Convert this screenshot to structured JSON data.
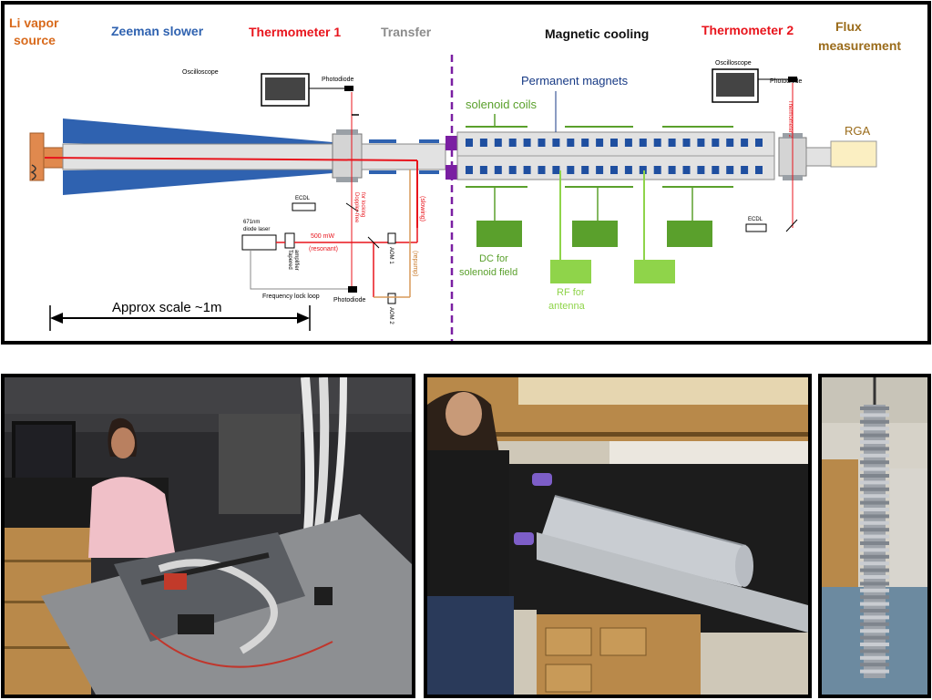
{
  "headers": {
    "li_source": [
      "Li vapor",
      "source"
    ],
    "zeeman": "Zeeman slower",
    "therm1": "Thermometer 1",
    "transfer": "Transfer",
    "magcool": "Magnetic cooling",
    "therm2": "Thermometer 2",
    "flux": [
      "Flux",
      "measurement"
    ]
  },
  "labels": {
    "oscilloscope_1": "Oscilloscope",
    "photodiode_1": "Photodiode",
    "oscilloscope_2": "Oscilloscope",
    "photodiode_2": "Photodiode",
    "permanent_magnets": "Permanent magnets",
    "solenoid_coils": "solenoid coils",
    "rga": "RGA",
    "ecdl_1": "ECDL",
    "ecdl_2": "ECDL",
    "doppler_free": [
      "Doppler-free",
      "for locking"
    ],
    "slowing": "(slowing)",
    "repump": "(repump)",
    "laser": [
      "671nm",
      "diode laser"
    ],
    "tapered_amp": [
      "Tapered",
      "amplifier"
    ],
    "power": "500 mW",
    "resonant": "(resonant)",
    "aom1": "AOM 1",
    "aom2": "AOM 2",
    "freq_lock": "Frequency lock loop",
    "photodiode_3": "Photodiode",
    "thermometer2_vert": "Thermometer 2",
    "dc_solenoid": [
      "DC for",
      "solenoid field"
    ],
    "rf_antenna": [
      "RF for",
      "antenna"
    ],
    "scale": "Approx scale  ~1m"
  },
  "colors": {
    "orange": "#d86a1c",
    "blue": "#2f62b0",
    "red": "#e8141c",
    "gray": "#8c8c8c",
    "gold": "#9a6b1a",
    "green": "#5aa02c",
    "lightgreen": "#8fd44a",
    "purple": "#7a1fa2",
    "navy": "#173a85"
  }
}
